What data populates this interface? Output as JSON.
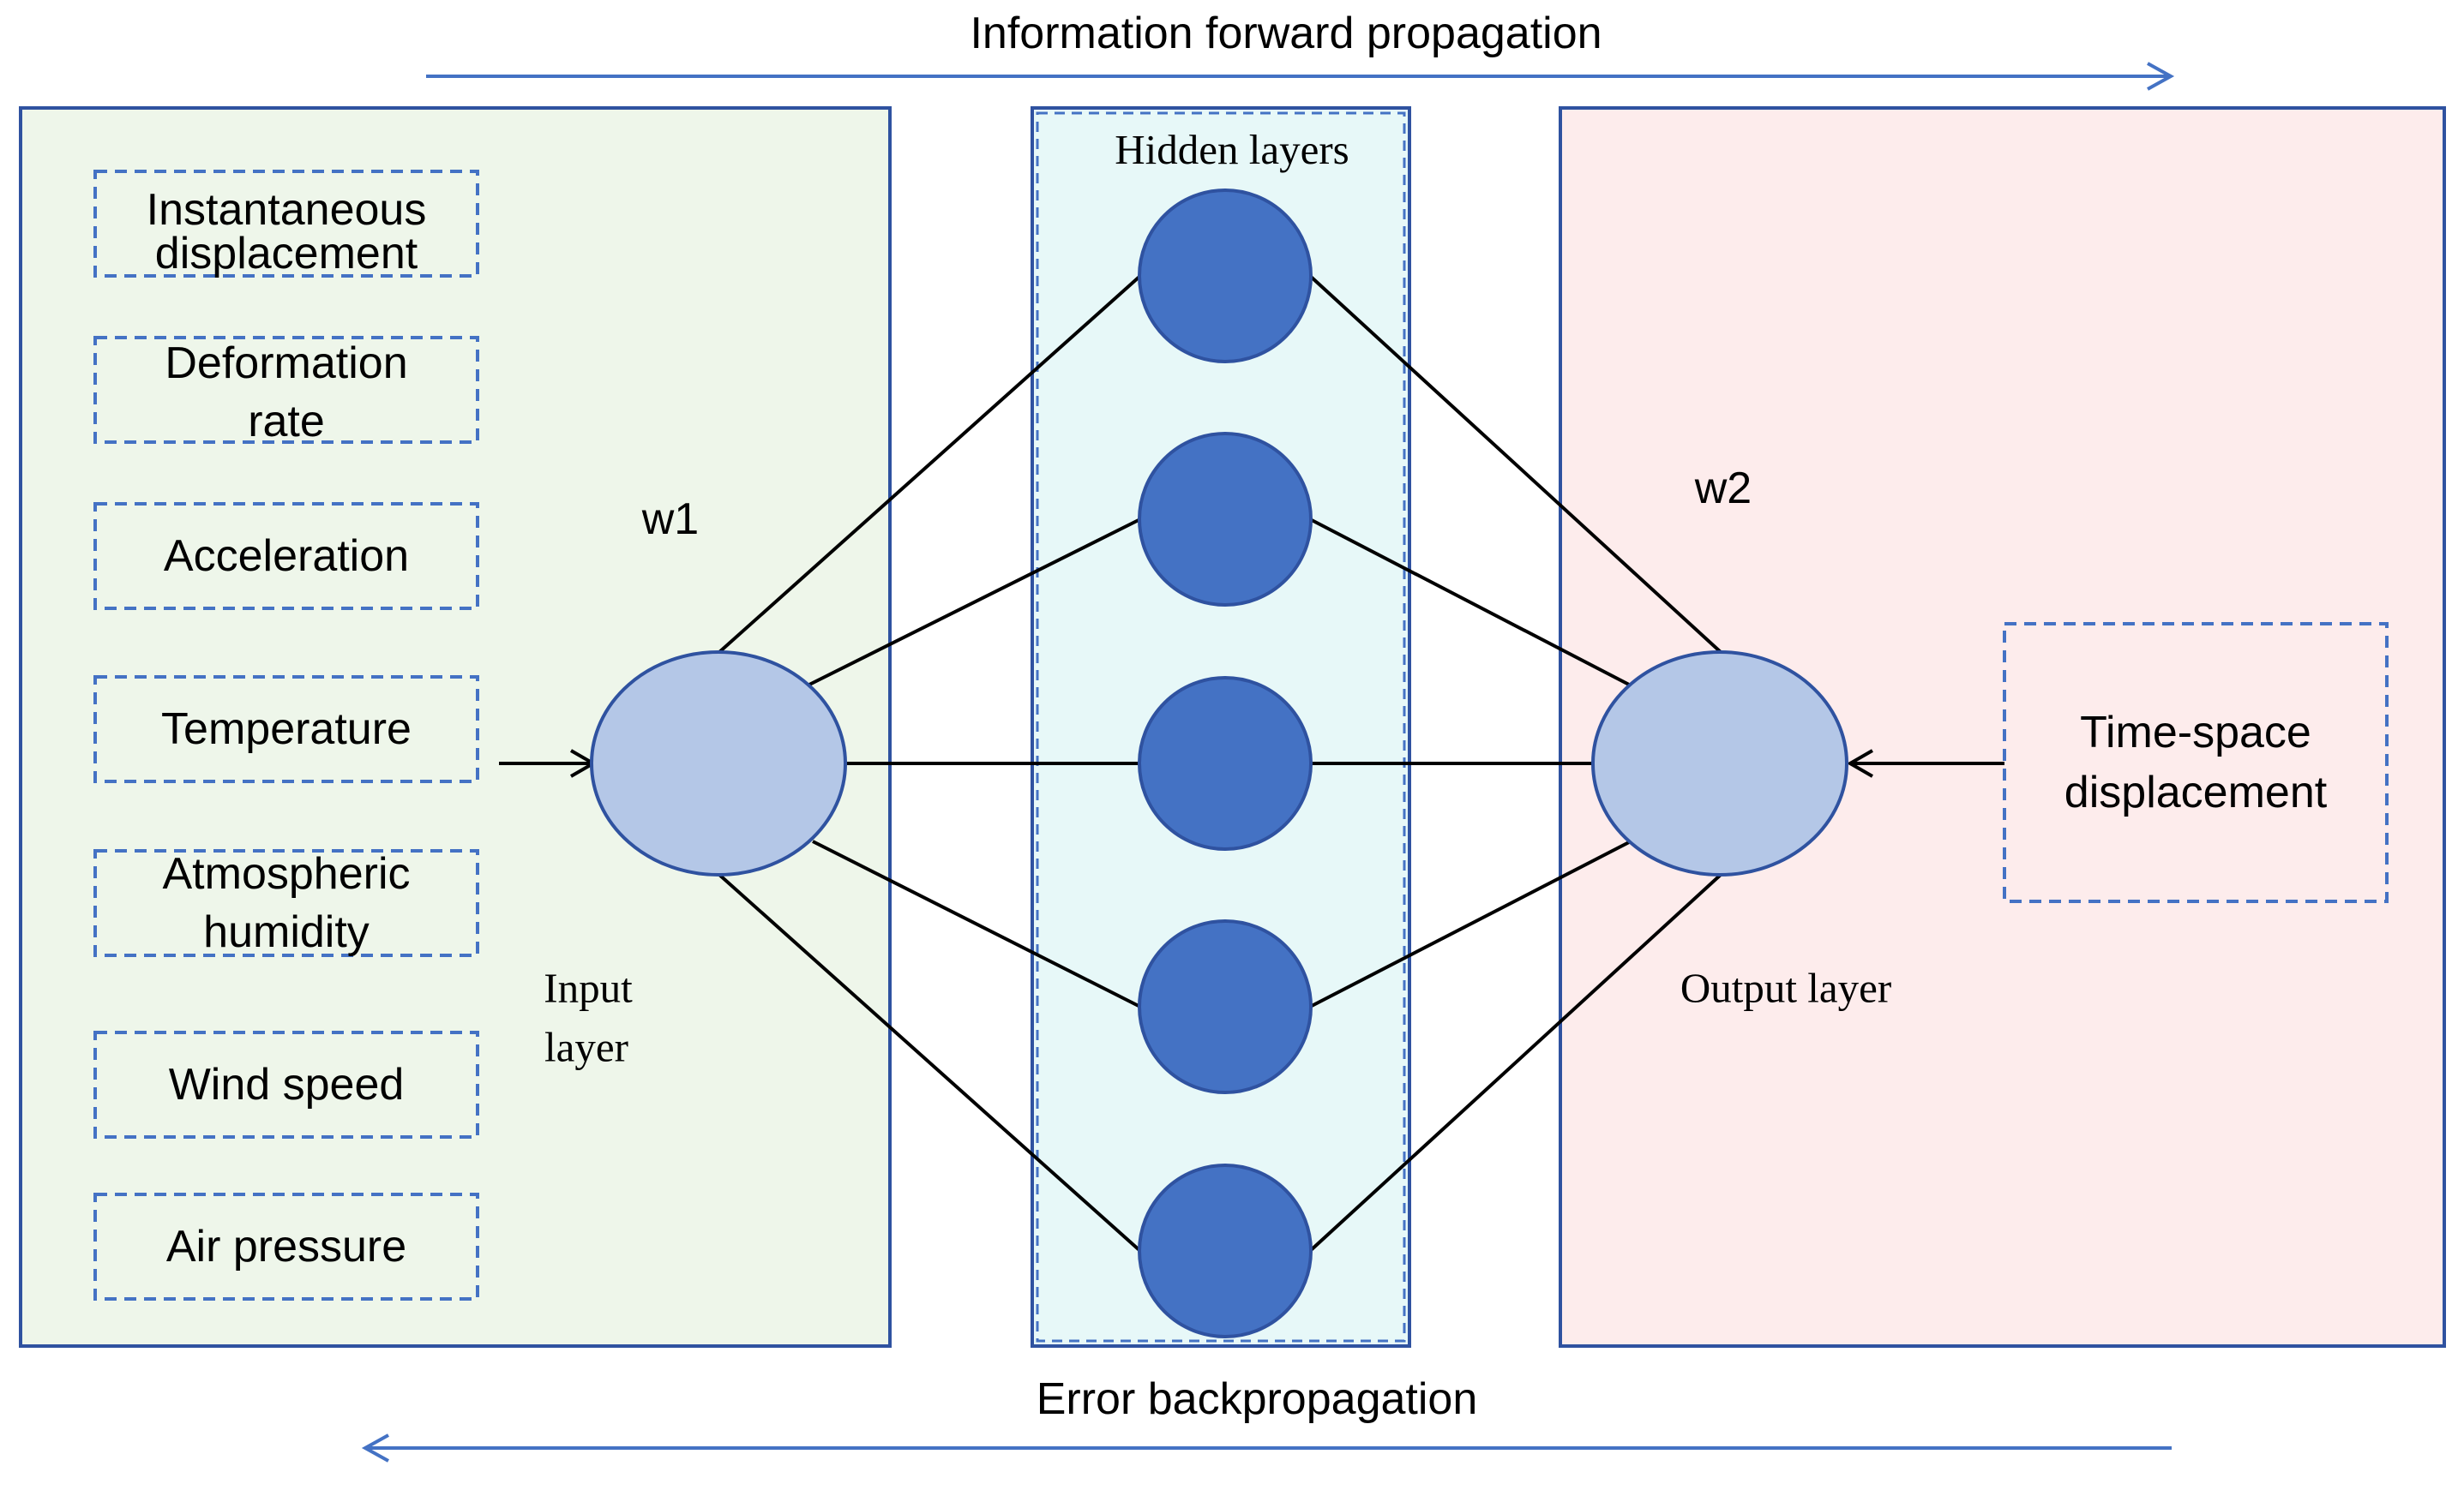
{
  "top_arrow": {
    "label": "Information forward propagation"
  },
  "bottom_arrow": {
    "label": "Error backpropagation"
  },
  "input_panel": {
    "inputs": [
      {
        "line1": "Instantaneous",
        "line2": "displacement"
      },
      {
        "line1": "Deformation",
        "line2": "rate"
      },
      {
        "line1": "Acceleration",
        "line2": ""
      },
      {
        "line1": "Temperature",
        "line2": ""
      },
      {
        "line1": "Atmospheric",
        "line2": "humidity"
      },
      {
        "line1": "Wind speed",
        "line2": ""
      },
      {
        "line1": "Air pressure",
        "line2": ""
      }
    ],
    "weight_label": "w1",
    "layer_label_line1": "Input",
    "layer_label_line2": "layer"
  },
  "hidden_panel": {
    "title": "Hidden layers",
    "node_count": 5
  },
  "output_panel": {
    "weight_label": "w2",
    "layer_label": "Output layer",
    "output_box_line1": "Time-space",
    "output_box_line2": "displacement"
  },
  "colors": {
    "arrow": "#4472c4",
    "panel_border": "#2f52a0",
    "dashed_border": "#4472c4",
    "input_panel_fill": "#eef6ea",
    "hidden_panel_fill": "#e7f8f8",
    "output_panel_fill": "#fdecec",
    "layer_node_fill": "#b4c7e7",
    "layer_node_stroke": "#2f52a0",
    "hidden_node_fill": "#4472c4",
    "hidden_node_stroke": "#2f52a0",
    "connection": "#000000"
  }
}
